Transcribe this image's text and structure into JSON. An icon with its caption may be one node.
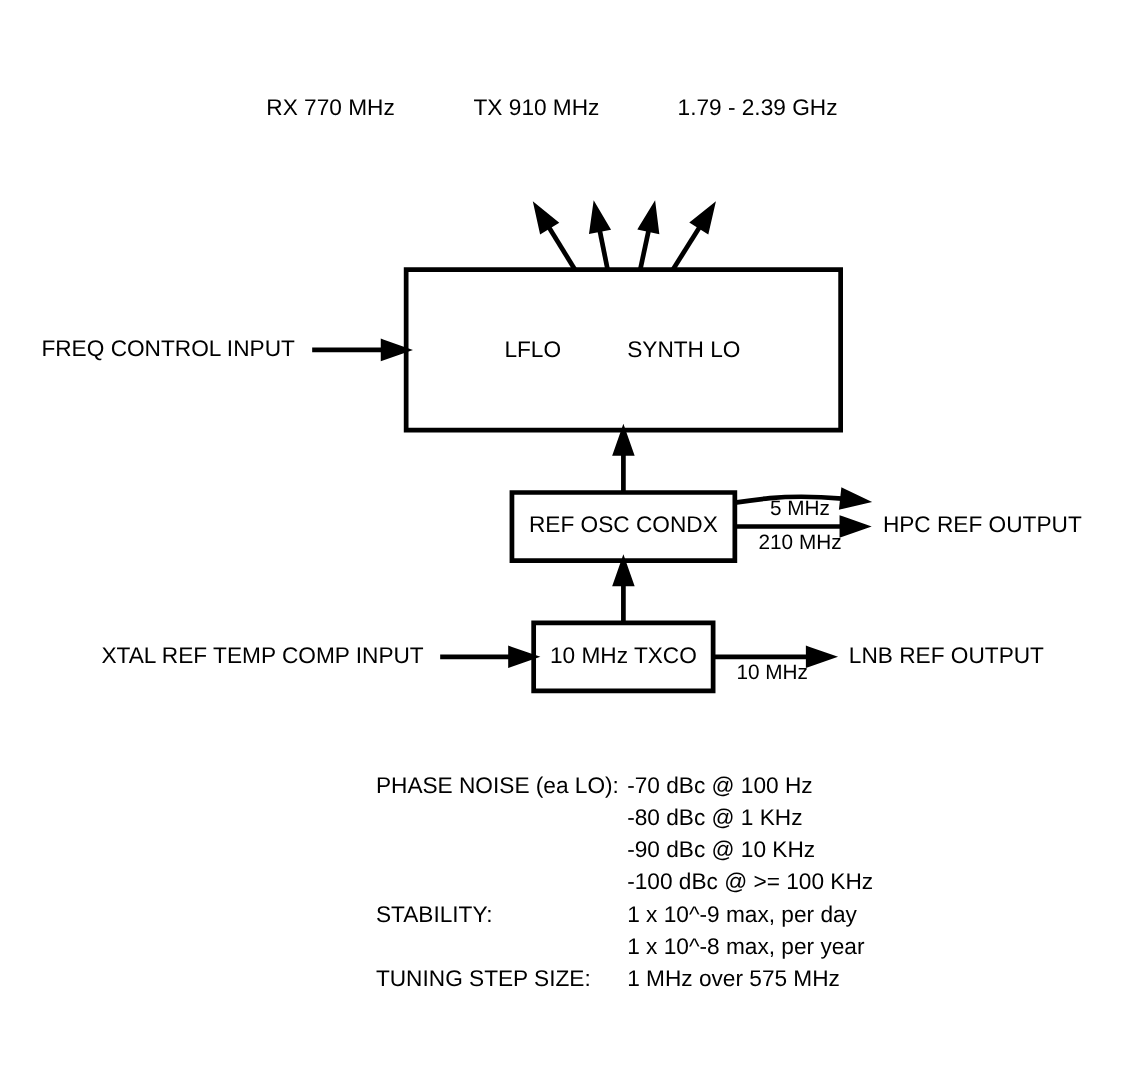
{
  "diagram": {
    "nodes": [
      {
        "text": [
          "LFLO",
          "SYNTH LO"
        ]
      },
      {
        "text": [
          "FREQ CONTROL INPUT"
        ]
      },
      {
        "text": [
          "REF OSC CONDX"
        ]
      },
      {
        "text": [
          "HPC REF OUTPUT"
        ]
      },
      {
        "text": [
          "XTAL REF TEMP COMP INPUT"
        ]
      },
      {
        "text": [
          "10 MHz TXCO"
        ]
      },
      {
        "text": [
          "LNB REF OUTPUT"
        ]
      }
    ],
    "edges": [
      {
        "from": 0,
        "to": null,
        "arrow": "to"
      },
      {
        "from": 0,
        "to": null,
        "arrow": "to"
      },
      {
        "from": 0,
        "to": null,
        "arrow": "to"
      },
      {
        "from": 0,
        "to": null,
        "arrow": "to"
      },
      {
        "from": 1,
        "to": 0,
        "arrow": "to"
      },
      {
        "from": 2,
        "to": 0,
        "arrow": "to"
      },
      {
        "from": 2,
        "to": 3,
        "label": "5 MHz",
        "arrow": "to"
      },
      {
        "from": 2,
        "to": 3,
        "label": "210 MHz",
        "arrow": "to"
      },
      {
        "from": 4,
        "to": 5,
        "arrow": "to"
      },
      {
        "from": 5,
        "to": 2,
        "arrow": "to"
      },
      {
        "from": 5,
        "to": 6,
        "label": "10 MHz",
        "arrow": "to"
      }
    ],
    "labels": [
      "RX 770 MHz",
      "TX 910 MHz",
      "1.79 - 2.39 GHz",
      "PHASE NOISE (ea LO):",
      "-70 dBc @ 100 Hz",
      "-80 dBc @ 1 KHz",
      "-90 dBc @ 10 KHz",
      "-100 dBc @ >= 100 KHz",
      "STABILITY:",
      "1 x 10^-9 max, per day",
      "1 x 10^-8 max, per year",
      "TUNING STEP SIZE:",
      "1 MHz over 575 MHz"
    ]
  }
}
